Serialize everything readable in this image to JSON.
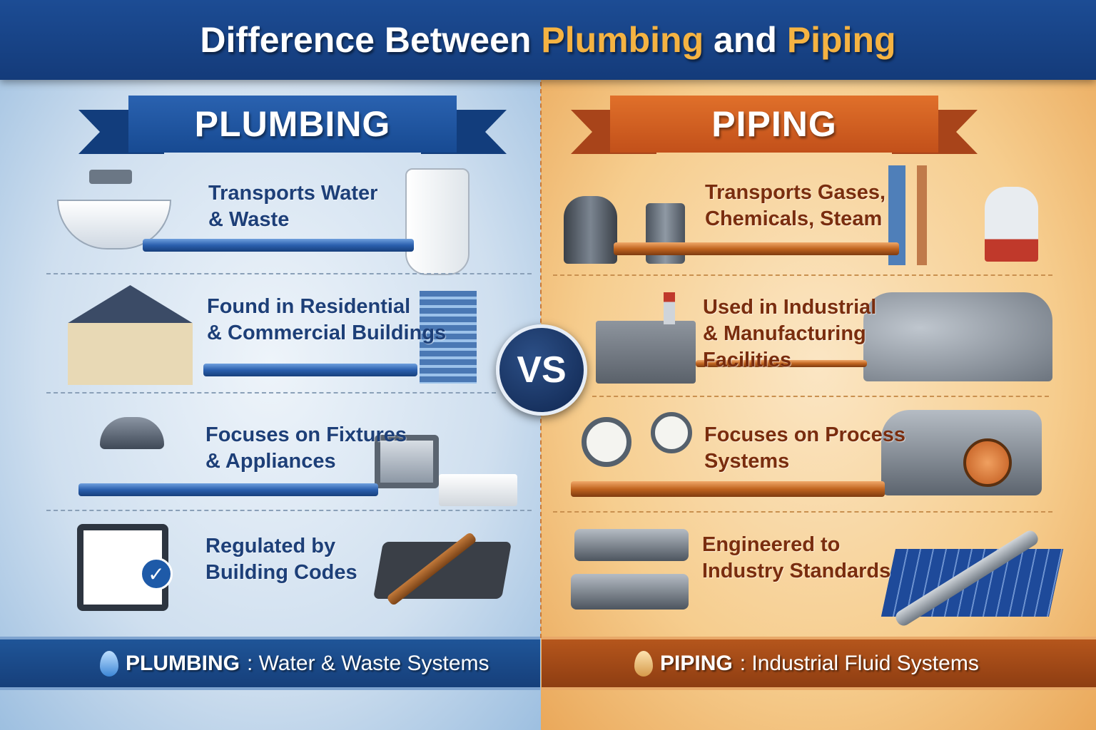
{
  "title": {
    "part1": "Difference Between ",
    "accent1": "Plumbing",
    "part2": " and ",
    "accent2": "Piping"
  },
  "vs_label": "VS",
  "plumbing": {
    "heading": "PLUMBING",
    "rows": [
      {
        "line1": "Transports Water",
        "line2": "& Waste"
      },
      {
        "line1": "Found in Residential",
        "line2": "& Commercial Buildings"
      },
      {
        "line1": "Focuses on Fixtures",
        "line2": "& Appliances"
      },
      {
        "line1": "Regulated by",
        "line2": "Building Codes"
      }
    ],
    "footer": {
      "label": "PLUMBING",
      "desc": ": Water & Waste Systems"
    },
    "color": "#1c4c94"
  },
  "piping": {
    "heading": "PIPING",
    "rows": [
      {
        "line1": "Transports Gases,",
        "line2": "Chemicals, Steam"
      },
      {
        "line1": "Used in Industrial",
        "line2": "& Manufacturing",
        "line3": "Facilities"
      },
      {
        "line1": "Focuses on Process",
        "line2": "Systems"
      },
      {
        "line1": "Engineered to",
        "line2": "Industry Standards"
      }
    ],
    "footer": {
      "label": "PIPING",
      "desc": ": Industrial Fluid Systems"
    },
    "color": "#c2501a"
  }
}
